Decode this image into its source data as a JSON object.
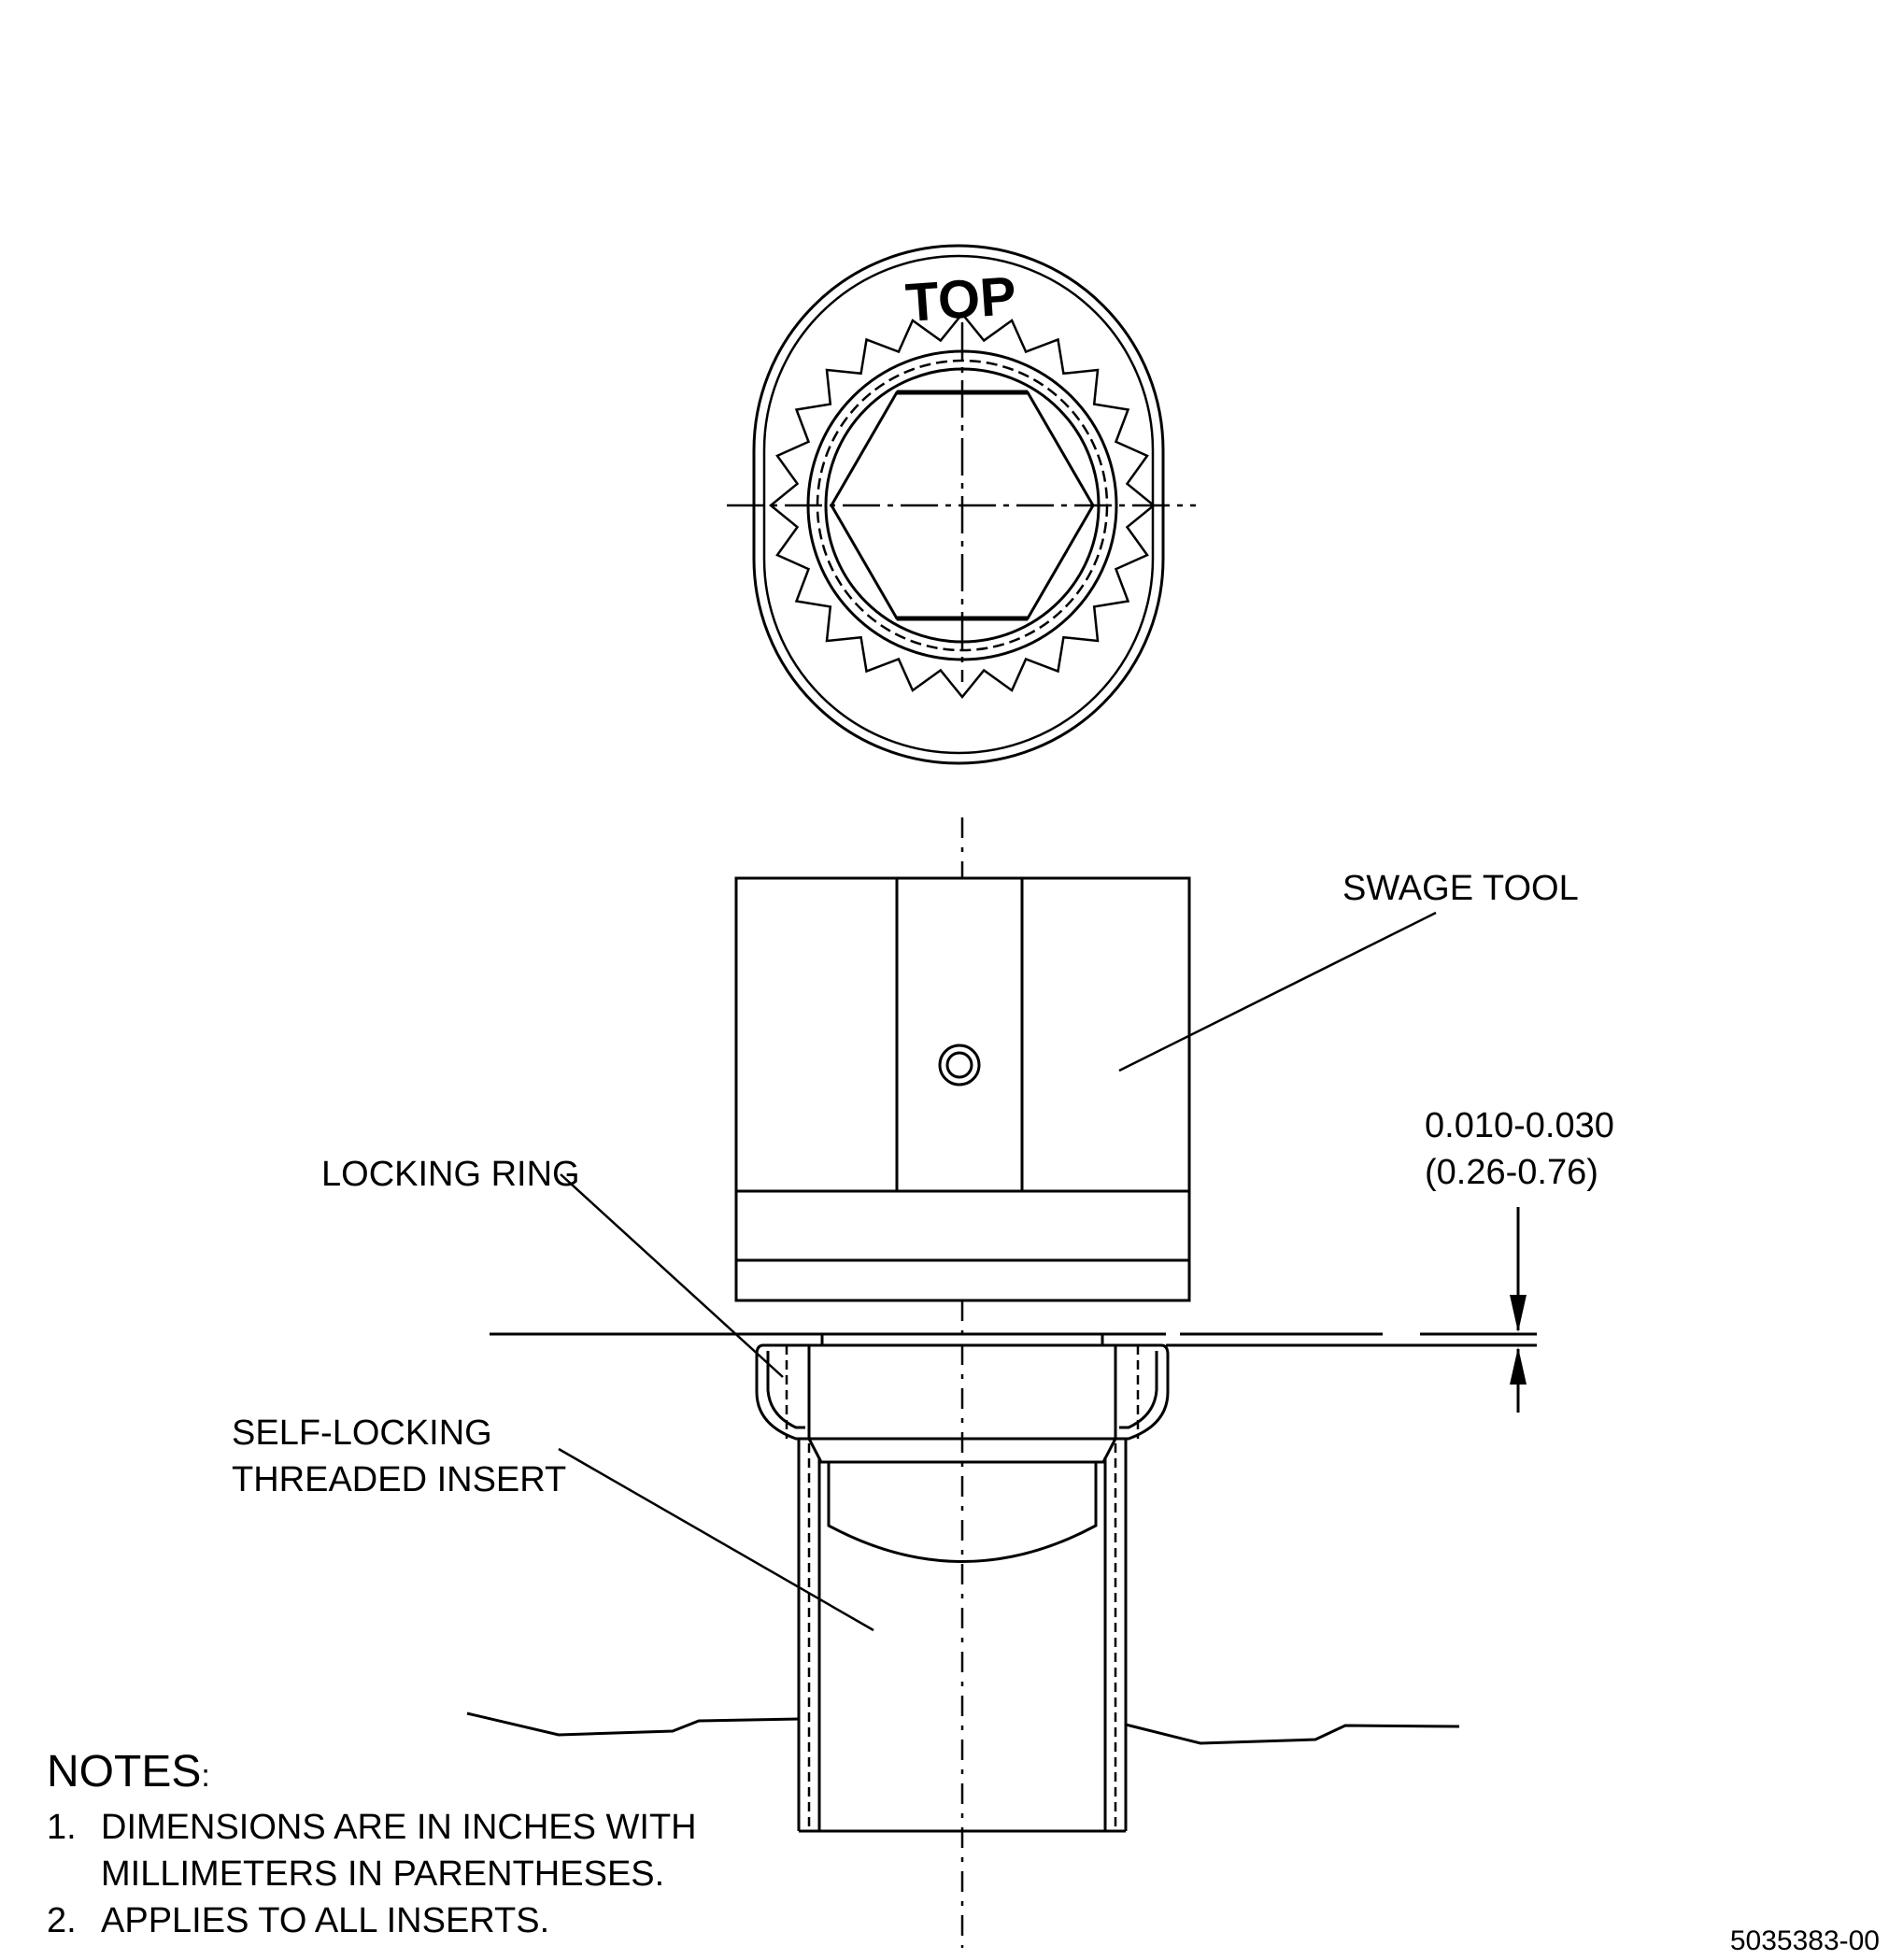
{
  "top_view": {
    "label": "TOP"
  },
  "callouts": {
    "swage_tool": "SWAGE TOOL",
    "locking_ring": "LOCKING RING",
    "insert_line1": "SELF-LOCKING",
    "insert_line2": "THREADED INSERT"
  },
  "dimension": {
    "inches": "0.010-0.030",
    "millimeters": "(0.26-0.76)"
  },
  "notes": {
    "heading": "NOTES",
    "colon": ":",
    "items": [
      {
        "number": "1.",
        "line1": "DIMENSIONS ARE IN INCHES WITH",
        "line2": "MILLIMETERS IN PARENTHESES."
      },
      {
        "number": "2.",
        "line1": "APPLIES TO ALL INSERTS.",
        "line2": ""
      }
    ]
  },
  "drawing_number": "5035383-00"
}
